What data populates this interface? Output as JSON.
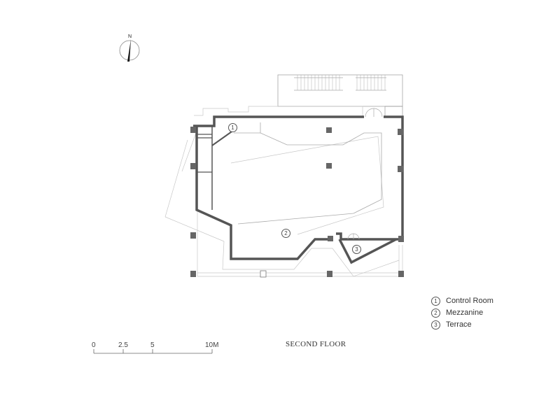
{
  "drawing": {
    "title": "SECOND FLOOR",
    "north_label": "N",
    "wall_color": "#555555",
    "line_color": "#bbbbbb"
  },
  "legend": {
    "items": [
      {
        "num": "1",
        "label": "Control Room"
      },
      {
        "num": "2",
        "label": "Mezzanine"
      },
      {
        "num": "3",
        "label": "Terrace"
      }
    ]
  },
  "room_tags": [
    {
      "num": "1",
      "name": "Control Room"
    },
    {
      "num": "2",
      "name": "Mezzanine"
    },
    {
      "num": "3",
      "name": "Terrace"
    }
  ],
  "scale_bar": {
    "ticks": [
      "0",
      "2.5",
      "5",
      "10M"
    ]
  }
}
